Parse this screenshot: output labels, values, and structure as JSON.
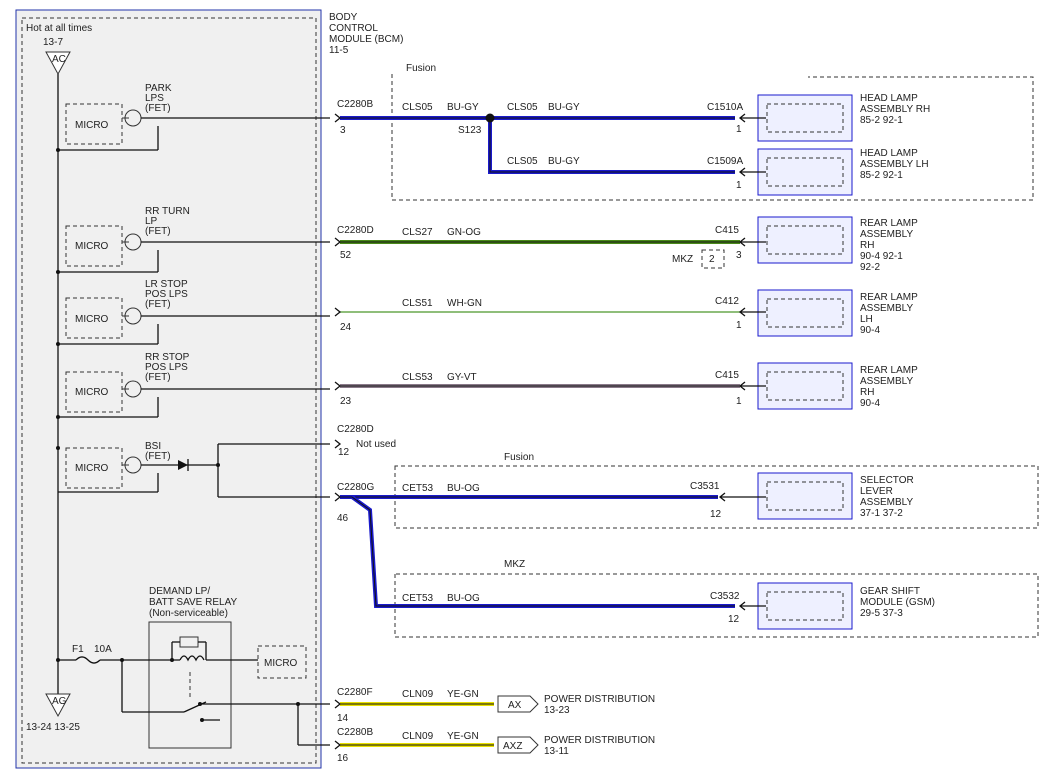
{
  "bcm": {
    "title_line1": "BODY",
    "title_line2": "CONTROL",
    "title_line3": "MODULE (BCM)",
    "ref": "11-5",
    "hot_label": "Hot at all times",
    "ac_ref": "13-7",
    "ac_label": "AC",
    "ag_label": "AG",
    "ag_ref": "13-24  13-25"
  },
  "drivers": [
    {
      "label1": "PARK",
      "label2": "LPS",
      "label3": "(FET)",
      "micro": "MICRO"
    },
    {
      "label1": "RR TURN",
      "label2": "LP",
      "label3": "(FET)",
      "micro": "MICRO"
    },
    {
      "label1": "LR STOP",
      "label2": "POS LPS",
      "label3": "(FET)",
      "micro": "MICRO"
    },
    {
      "label1": "RR STOP",
      "label2": "POS LPS",
      "label3": "(FET)",
      "micro": "MICRO"
    },
    {
      "label1": "BSI",
      "label2": "(FET)",
      "label3": "",
      "micro": "MICRO"
    }
  ],
  "relay": {
    "title1": "DEMAND LP/",
    "title2": "BATT SAVE RELAY",
    "title3": "(Non-serviceable)",
    "fuse": "F1",
    "fuse_rating": "10A",
    "micro": "MICRO"
  },
  "circuits": {
    "c1": {
      "conn": "C2280B",
      "pin": "3",
      "circ_a": "CLS05",
      "color_a": "BU-GY",
      "splice": "S123",
      "circ_b": "CLS05",
      "color_b": "BU-GY",
      "dest_conn": "C1510A",
      "dest_pin": "1",
      "circ_c": "CLS05",
      "color_c": "BU-GY",
      "dest_conn2": "C1509A",
      "dest_pin2": "1",
      "group": "Fusion"
    },
    "c2": {
      "conn": "C2280D",
      "pin": "52",
      "circ": "CLS27",
      "color": "GN-OG",
      "dest_conn": "C415",
      "dest_pin": "3",
      "mkz": "MKZ",
      "mkz_pin": "2"
    },
    "c3": {
      "conn": "",
      "pin": "24",
      "circ": "CLS51",
      "color": "WH-GN",
      "dest_conn": "C412",
      "dest_pin": "1"
    },
    "c4": {
      "conn": "",
      "pin": "23",
      "circ": "CLS53",
      "color": "GY-VT",
      "dest_conn": "C415",
      "dest_pin": "1"
    },
    "c5": {
      "conn": "C2280D",
      "pin": "12",
      "note": "Not used"
    },
    "c6": {
      "conn": "C2280G",
      "pin": "46",
      "circ": "CET53",
      "color": "BU-OG",
      "dest_conn": "C3531",
      "dest_pin": "12",
      "group": "Fusion",
      "circ2": "CET53",
      "color2": "BU-OG",
      "dest_conn2": "C3532",
      "dest_pin2": "12",
      "group2": "MKZ"
    },
    "c7": {
      "conn": "C2280F",
      "pin": "14",
      "circ": "CLN09",
      "color": "YE-GN",
      "tag": "AX",
      "dest1": "POWER DISTRIBUTION",
      "dest2": "13-23"
    },
    "c8": {
      "conn": "C2280B",
      "pin": "16",
      "circ": "CLN09",
      "color": "YE-GN",
      "tag": "AXZ",
      "dest1": "POWER DISTRIBUTION",
      "dest2": "13-11"
    }
  },
  "components": [
    {
      "l1": "HEAD LAMP",
      "l2": "ASSEMBLY RH",
      "l3": "85-2   92-1",
      "l4": ""
    },
    {
      "l1": "HEAD LAMP",
      "l2": "ASSEMBLY LH",
      "l3": "85-2   92-1",
      "l4": ""
    },
    {
      "l1": "REAR LAMP",
      "l2": "ASSEMBLY",
      "l3": "RH",
      "l4": "90-4   92-1",
      "l5": "92-2"
    },
    {
      "l1": "REAR LAMP",
      "l2": "ASSEMBLY",
      "l3": "LH",
      "l4": "90-4"
    },
    {
      "l1": "REAR LAMP",
      "l2": "ASSEMBLY",
      "l3": "RH",
      "l4": "90-4"
    },
    {
      "l1": "SELECTOR",
      "l2": "LEVER",
      "l3": "ASSEMBLY",
      "l4": "37-1   37-2"
    },
    {
      "l1": "GEAR SHIFT",
      "l2": "MODULE (GSM)",
      "l3": "29-5   37-3",
      "l4": ""
    }
  ],
  "colors": {
    "blue": "#1a1acc",
    "green": "#4a8a1a",
    "gray": "#8a7a8a",
    "yellow": "#e8e000",
    "panel": "#f0f0f0",
    "frame": "#2233aa"
  }
}
